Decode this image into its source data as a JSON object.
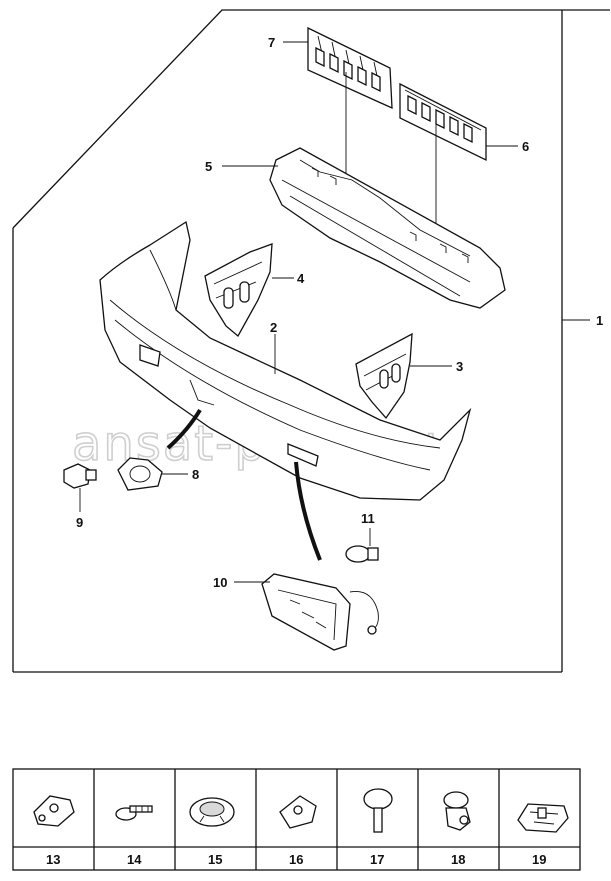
{
  "watermark": "ansat-parts.ru",
  "callouts": {
    "c1": "1",
    "c2": "2",
    "c3": "3",
    "c4": "4",
    "c5": "5",
    "c6": "6",
    "c7": "7",
    "c8": "8",
    "c9": "9",
    "c10": "10",
    "c11": "11"
  },
  "fasteners": [
    "13",
    "14",
    "15",
    "16",
    "17",
    "18",
    "19"
  ]
}
